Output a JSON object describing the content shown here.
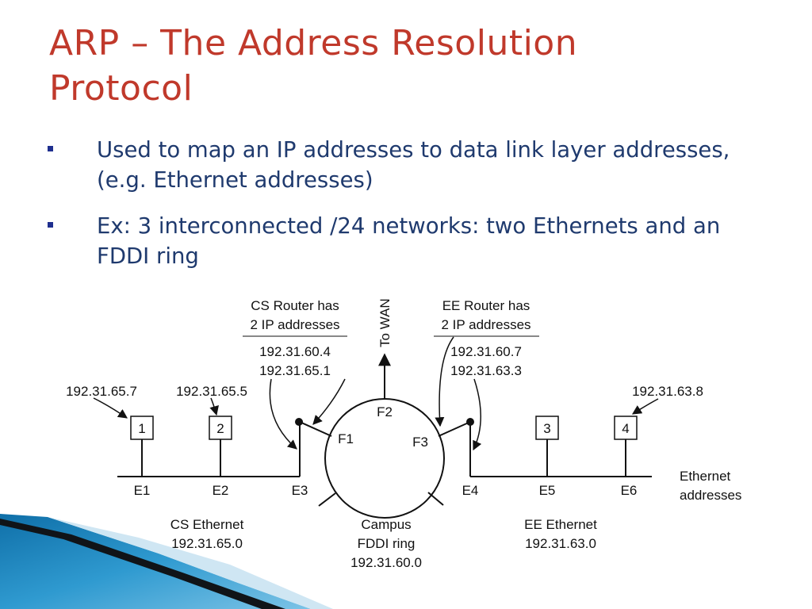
{
  "title": {
    "line1": "ARP – The Address Resolution",
    "line2": "Protocol"
  },
  "bullets": [
    "Used to map an IP addresses to data link layer addresses, (e.g. Ethernet addresses)",
    "Ex: 3 interconnected /24 networks: two Ethernets and an FDDI ring"
  ],
  "diagram": {
    "to_wan": "To WAN",
    "cs_router": {
      "line1": "CS Router has",
      "line2": "2 IP addresses",
      "ip1": "192.31.60.4",
      "ip2": "192.31.65.1"
    },
    "ee_router": {
      "line1": "EE Router has",
      "line2": "2 IP addresses",
      "ip1": "192.31.60.7",
      "ip2": "192.31.63.3"
    },
    "hosts": [
      {
        "label": "1",
        "ip": "192.31.65.7"
      },
      {
        "label": "2",
        "ip": "192.31.65.5"
      },
      {
        "label": "3",
        "ip": ""
      },
      {
        "label": "4",
        "ip": "192.31.63.8"
      }
    ],
    "fddi_ports": [
      "F1",
      "F2",
      "F3"
    ],
    "ethernet_addresses": [
      "E1",
      "E2",
      "E3",
      "E4",
      "E5",
      "E6"
    ],
    "ethernet_label": {
      "line1": "Ethernet",
      "line2": "addresses"
    },
    "cs_ethernet": {
      "line1": "CS Ethernet",
      "line2": "192.31.65.0"
    },
    "campus": {
      "line1": "Campus",
      "line2": "FDDI ring",
      "line3": "192.31.60.0"
    },
    "ee_ethernet": {
      "line1": "EE Ethernet",
      "line2": "192.31.63.0"
    }
  }
}
